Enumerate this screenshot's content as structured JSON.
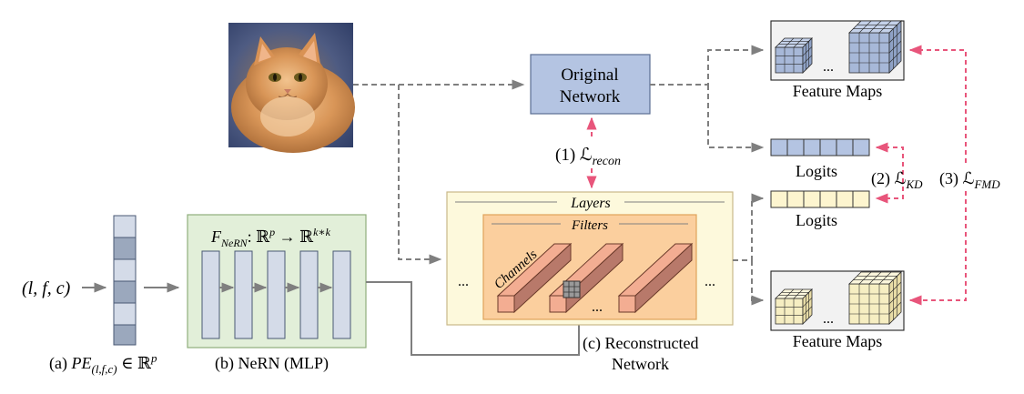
{
  "input": {
    "tuple": "(l, f, c)"
  },
  "positional_encoding": {
    "caption_prefix": "(a) ",
    "caption_math": "PE(l,f,c) ∈ ℝp"
  },
  "nern": {
    "formula": "FNeRN: ℝp → ℝk∗k",
    "caption": "(b) NeRN (MLP)"
  },
  "original_network": {
    "line1": "Original",
    "line2": "Network"
  },
  "reconstructed_network": {
    "layers_label": "Layers",
    "filters_label": "Filters",
    "channels_label": "Channels",
    "ellipsis": "...",
    "caption_line1": "(c) Reconstructed",
    "caption_line2": "Network"
  },
  "outputs": {
    "feature_maps_label": "Feature Maps",
    "logits_label": "Logits",
    "ellipsis": "..."
  },
  "losses": {
    "recon": "(1) ℒrecon",
    "kd": "(2) ℒKD",
    "fmd": "(3) ℒFMD"
  },
  "colors": {
    "blue_fill": "#b4c4e2",
    "blue_stroke": "#5a6f93",
    "green_fill": "#e2efd9",
    "green_stroke": "#8fae7c",
    "yellow_fill": "#fdf9dc",
    "yellow_stroke": "#c9b889",
    "orange_fill": "#fbcf9e",
    "orange_stroke": "#e0a35a",
    "pink_arrow": "#e8557b",
    "gray_arrow": "#808080",
    "salmon_face": "#f3ad92",
    "salmon_side": "#b8796a"
  },
  "image": {
    "subject": "cat-photo"
  }
}
